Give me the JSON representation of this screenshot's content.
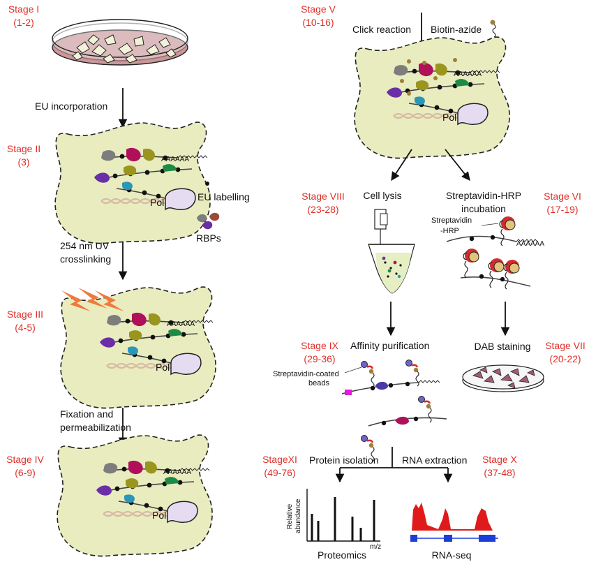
{
  "stages": {
    "s1": {
      "name": "Stage I",
      "steps": "(1-2)"
    },
    "s2": {
      "name": "Stage II",
      "steps": "(3)"
    },
    "s3": {
      "name": "Stage III",
      "steps": "(4-5)"
    },
    "s4": {
      "name": "Stage IV",
      "steps": "(6-9)"
    },
    "s5": {
      "name": "Stage V",
      "steps": "(10-16)"
    },
    "s6": {
      "name": "Stage VI",
      "steps": "(17-19)"
    },
    "s7": {
      "name": "Stage VII",
      "steps": "(20-22)"
    },
    "s8": {
      "name": "Stage VIII",
      "steps": "(23-28)"
    },
    "s9": {
      "name": "Stage IX",
      "steps": "(29-36)"
    },
    "s10": {
      "name": "Stage X",
      "steps": "(37-48)"
    },
    "s11": {
      "name": "StageXI",
      "steps": "(49-76)"
    }
  },
  "steps": {
    "eu_incorporation": "EU incorporation",
    "uv_line1": "254 nm UV",
    "uv_line2": "crosslinking",
    "fix_line1": "Fixation and",
    "fix_line2": "permeabilization",
    "click_reaction": "Click reaction",
    "biotin_azide": "Biotin-azide",
    "cell_lysis": "Cell lysis",
    "strep_hrp_line1": "Streptavidin-HRP",
    "strep_hrp_line2": "incubation",
    "affinity_purification": "Affinity purification",
    "dab_staining": "DAB staining",
    "protein_isolation": "Protein isolation",
    "rna_extraction": "RNA extraction"
  },
  "legend": {
    "eu_labelling": "EU labelling",
    "rbps": "RBPs"
  },
  "annotations": {
    "pol": "Pol",
    "polya": "AAAAAA",
    "strep_hrp_line1": "Streptavidin",
    "strep_hrp_line2": "-HRP",
    "beads_line1": "Streptavidin-coated",
    "beads_line2": "beads"
  },
  "outputs": {
    "proteomics": "Proteomics",
    "rna_seq": "RNA-seq",
    "y_axis_line1": "Relative",
    "y_axis_line2": "abundance",
    "x_axis": "m/z"
  },
  "colors": {
    "stage_label": "#e0302a",
    "cell_fill": "#e8ecbf",
    "rbp_gray": "#7d7d7d",
    "rbp_magenta": "#b0105a",
    "rbp_olive": "#99951e",
    "rbp_green": "#1f8a45",
    "rbp_purple": "#6a2fa6",
    "rbp_teal": "#2a96b8",
    "pol_fill": "#e6dcf2",
    "uv_orange": "#ef7a3c",
    "hrp_red": "#d32c2c",
    "hrp_tan": "#e3c27e",
    "seq_red": "#e01a1a",
    "gene_blue": "#1b3fd6"
  }
}
